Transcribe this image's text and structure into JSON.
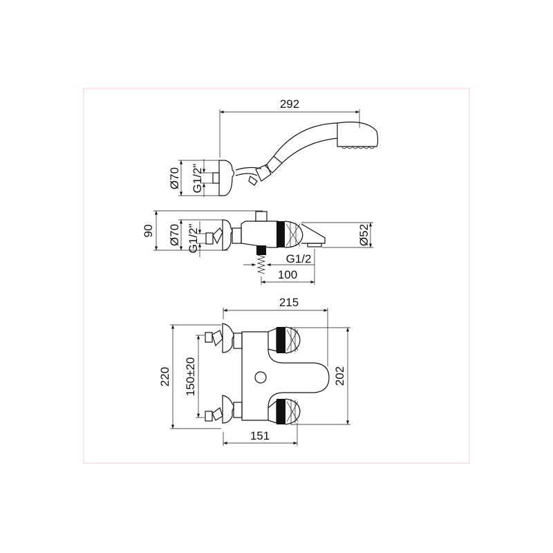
{
  "drawing": {
    "frame_color": "#f3c9d0",
    "line_color": "#111111",
    "shower_view": {
      "length": "292",
      "flange_diameter": "Ø70",
      "thread": "G1/2\""
    },
    "side_view": {
      "height": "90",
      "flange_diameter": "Ø70",
      "thread": "G1/2\"",
      "spout_diameter": "Ø52",
      "outlet_thread": "G1/2",
      "outlet_distance": "100"
    },
    "top_view": {
      "width": "215",
      "overall_height": "220",
      "inlet_spacing": "150±20",
      "body_height": "202",
      "body_width": "151"
    }
  }
}
